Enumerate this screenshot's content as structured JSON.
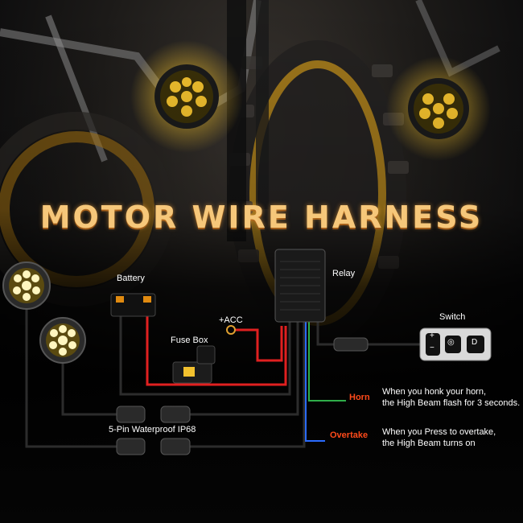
{
  "title": "MOTOR WIRE HARNESS",
  "components": {
    "battery": "Battery",
    "relay": "Relay",
    "acc": "+ACC",
    "fuse_box": "Fuse Box",
    "switch": "Switch",
    "connector": "5-Pin Waterproof IP68"
  },
  "switch_buttons": {
    "plus": "+",
    "minus": "−",
    "mid": "◎",
    "right": "D"
  },
  "modes": [
    {
      "label": "Horn",
      "line1": "When you honk your horn,",
      "line2": "the High Beam flash for 3 seconds."
    },
    {
      "label": "Overtake",
      "line1": "When you Press to overtake,",
      "line2": "the High Beam turns on"
    }
  ],
  "colors": {
    "title": "#f6c77a",
    "mode_label": "#ff4a1a",
    "wire_red": "#e02020",
    "wire_green": "#2fae4a",
    "wire_blue": "#2a6bff",
    "lamp_amber": "#f2c12e"
  }
}
